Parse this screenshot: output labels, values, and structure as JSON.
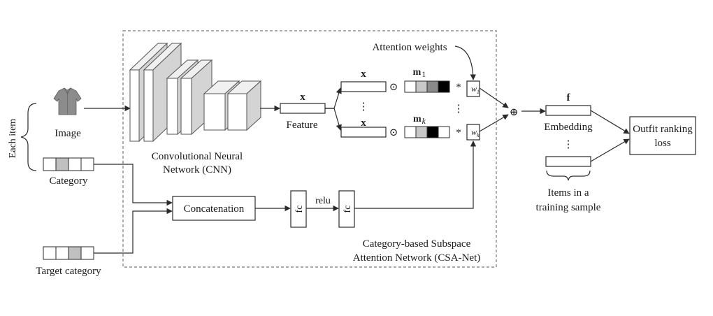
{
  "labels": {
    "each_item": "Each item",
    "image": "Image",
    "category": "Category",
    "target_category": "Target category",
    "cnn_line1": "Convolutional Neural",
    "cnn_line2": "Network (CNN)",
    "feature": "Feature",
    "attention_weights": "Attention weights",
    "concatenation": "Concatenation",
    "fc1": "fc",
    "relu": "relu",
    "fc2": "fc",
    "embedding": "Embedding",
    "items_line1": "Items in a",
    "items_line2": "training sample",
    "outfit_line1": "Outfit ranking",
    "outfit_line2": "loss",
    "csa_line1": "Category-based Subspace",
    "csa_line2": "Attention Network (CSA-Net)"
  },
  "symbols": {
    "x_feature": "x",
    "x_top": "x",
    "x_bottom": "x",
    "m_top": "m",
    "m_top_sub": "1",
    "m_bottom": "m",
    "m_bottom_sub": "k",
    "w_top": "w",
    "w_top_sub": "1",
    "w_bottom": "w",
    "w_bottom_sub": "k",
    "f": "f",
    "odot": "⊙",
    "star": "*",
    "oplus": "⊕",
    "vdots": "⋮"
  },
  "colors": {
    "mask_top": [
      "#ffffff",
      "#c8c8c8",
      "#8a8a8a",
      "#000000"
    ],
    "mask_bottom": [
      "#ffffff",
      "#c8c8c8",
      "#000000",
      "#ffffff"
    ],
    "category_cells": [
      "#ffffff",
      "#c0c0c0",
      "#ffffff",
      "#ffffff"
    ],
    "target_cells": [
      "#ffffff",
      "#ffffff",
      "#c0c0c0",
      "#ffffff"
    ],
    "shirt": "#8c8c8c"
  }
}
